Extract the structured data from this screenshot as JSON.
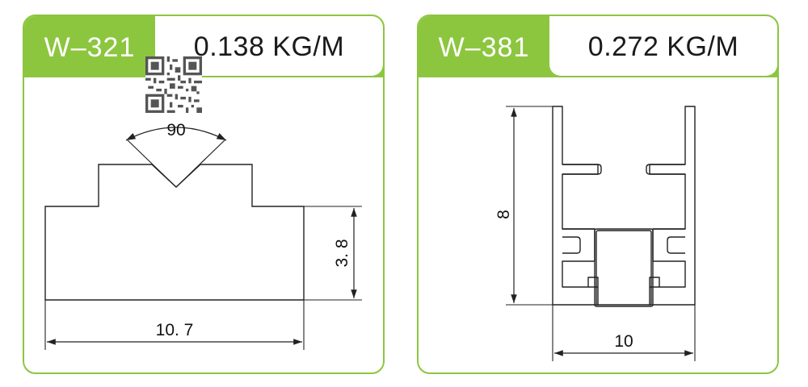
{
  "cards": [
    {
      "model": "W–321",
      "weight": "0.138 KG/M",
      "dimensions": {
        "angle": "90",
        "height": "3. 8",
        "width": "10. 7"
      }
    },
    {
      "model": "W–381",
      "weight": "0.272 KG/M",
      "dimensions": {
        "height": "8",
        "width": "10"
      }
    }
  ],
  "colors": {
    "accent": "#8cc63f",
    "line": "#222222"
  },
  "icons": {
    "qr": "qr-code-icon"
  }
}
